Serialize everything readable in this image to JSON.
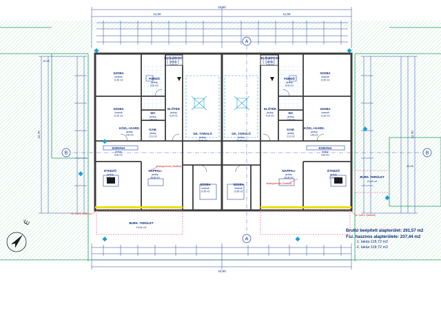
{
  "drawing": {
    "colors": {
      "ink": "#0a2a7a",
      "dim": "#1e3fa0",
      "wall": "#3b3b3b",
      "green": "#1a9a5c",
      "red": "#d42020",
      "cyan": "#19a0d8",
      "pink": "#e07ab0",
      "yellow": "#e8e000"
    },
    "overall_dims": {
      "top_total": "23,50",
      "top_half_left": "11,50",
      "top_half_right": "11,50",
      "bottom_total": "23,50"
    },
    "rooms_left": [
      {
        "name": "SZOBA",
        "area": "11,50 m2",
        "floor": "laminált"
      },
      {
        "name": "FÜRDŐ",
        "area": "8,50 m2",
        "floor": "járólap"
      },
      {
        "name": "ELŐLÉPCSŐ",
        "area": "3,45 m2",
        "floor": "járólap"
      },
      {
        "name": "SZOBA",
        "area": "11,50 m2",
        "floor": "laminált"
      },
      {
        "name": "WC",
        "area": "1,50 m2",
        "floor": "járólap"
      },
      {
        "name": "ELŐTÉR",
        "area": "6,24 m2",
        "floor": "járólap"
      },
      {
        "name": "KÖZL.+GARD.",
        "area": "3,60 m2",
        "floor": "járólap"
      },
      {
        "name": "KAM.",
        "area": "2,12 m2",
        "floor": "járólap"
      },
      {
        "name": "GK. TÁROLÓ",
        "area": "18,00 m2",
        "floor": "járólap"
      },
      {
        "name": "KONYHA",
        "area": "8,80 m2",
        "floor": "járólap"
      },
      {
        "name": "ÉTKEZŐ",
        "area": "11,60 m2",
        "floor": "járólap"
      },
      {
        "name": "NAPPALI",
        "area": "28,08 m2",
        "floor": "járólap"
      },
      {
        "name": "SZOBA",
        "area": "10,56 m2",
        "floor": "laminált"
      }
    ],
    "rooms_right": [
      {
        "name": "SZOBA",
        "area": "11,50 m2",
        "floor": "laminált"
      },
      {
        "name": "FÜRDŐ",
        "area": "8,50 m2",
        "floor": "járólap"
      },
      {
        "name": "ELŐLÉPCSŐ",
        "area": "3,45 m2",
        "floor": "járólap"
      },
      {
        "name": "SZOBA",
        "area": "11,62 m2",
        "floor": "laminált"
      },
      {
        "name": "WC",
        "area": "1,50 m2",
        "floor": "járólap"
      },
      {
        "name": "ELŐTÉR",
        "area": "6,24 m2",
        "floor": "járólap"
      },
      {
        "name": "KÖZL.+GARD.",
        "area": "3,60 m2",
        "floor": "járólap"
      },
      {
        "name": "KAM.",
        "area": "2,12 m2",
        "floor": "járólap"
      },
      {
        "name": "GK. TÁROLÓ",
        "area": "18,00 m2",
        "floor": "járólap"
      },
      {
        "name": "KONYHA",
        "area": "8,80 m2",
        "floor": "járólap"
      },
      {
        "name": "ÉTKEZŐ",
        "area": "11,60 m2",
        "floor": "járólap"
      },
      {
        "name": "NAPPALI",
        "area": "28,08 m2",
        "floor": "járólap"
      },
      {
        "name": "SZOBA",
        "area": "10,56 m2",
        "floor": "laminált"
      }
    ],
    "terrace_left": {
      "name": "BURK. TERÜLET",
      "area": "13,64 m2"
    },
    "terrace_right": {
      "name": "BURK. TERÜLET",
      "area": "13,64 m2"
    },
    "section_marker_a": "A",
    "section_marker_b": "B",
    "north_label": "É",
    "red_notes": {
      "window_left": "ablakgerenda (Statikai)",
      "window_right": "ablakgerenda (Statikai)",
      "bottom_left": "vb. szerk. (statikai)",
      "bottom_right": "vb. szerk. (statikai)"
    },
    "side_dims": {
      "left_total": "12,70",
      "right_total": "12,70",
      "right_outer": "10,00",
      "left_outer": "10,00"
    },
    "summary": {
      "line1": "Bruttó beépített alapterület: 291,57 m2",
      "line2": "Fsz. hasznos alapterülete: 237,44 m2",
      "line3": "-1. lakás:118,72 m2",
      "line4": "-2. lakás:118,72 m2"
    }
  }
}
